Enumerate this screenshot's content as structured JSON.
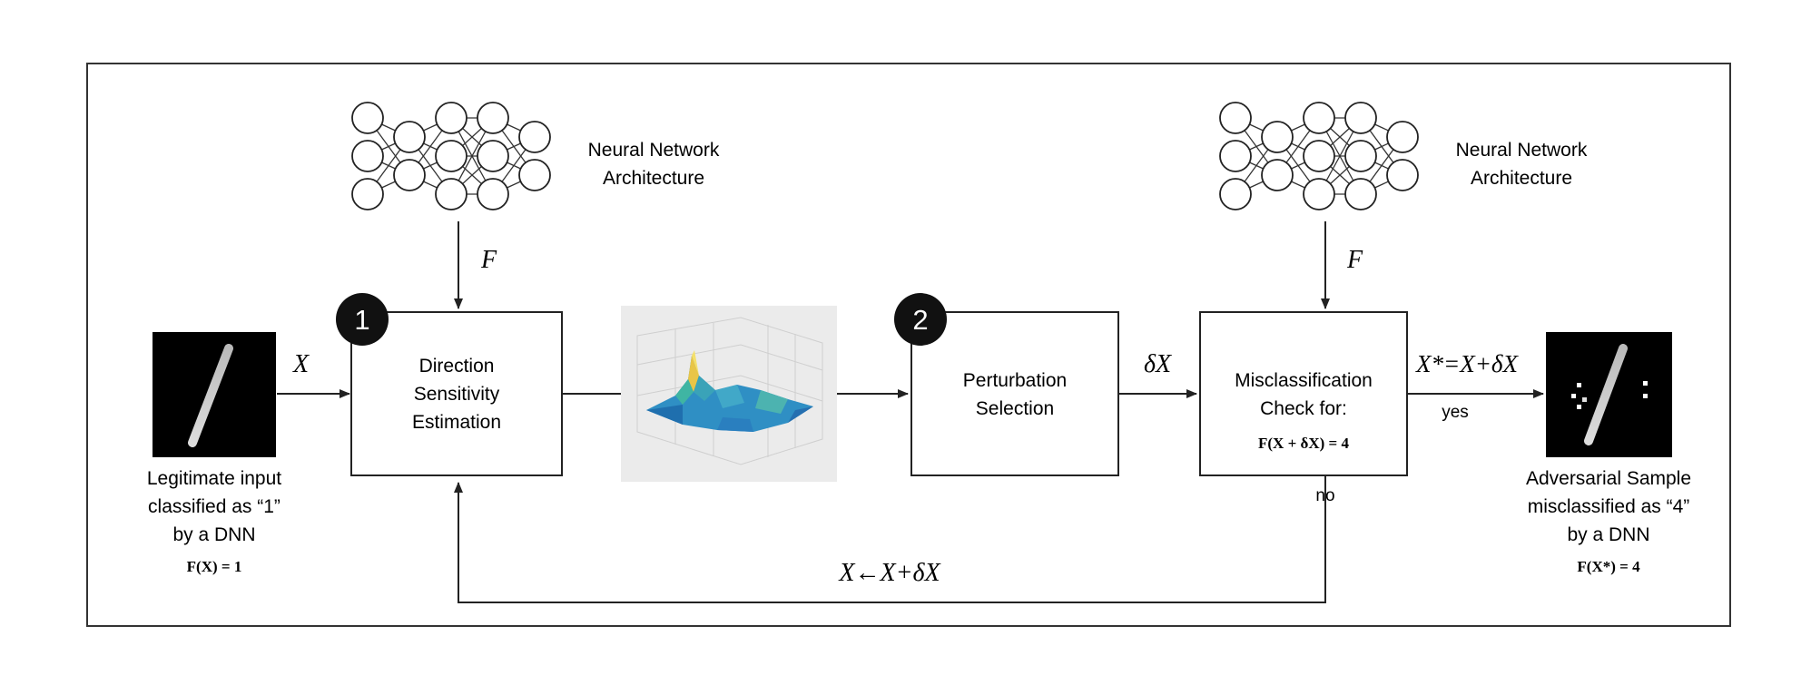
{
  "nn_left": {
    "label_line1": "Neural Network",
    "label_line2": "Architecture",
    "arrow_label": "F"
  },
  "nn_right": {
    "label_line1": "Neural Network",
    "label_line2": "Architecture",
    "arrow_label": "F"
  },
  "input": {
    "arrow_label": "X",
    "caption_line1": "Legitimate input",
    "caption_line2": "classified as “1”",
    "caption_line3": "by a DNN",
    "formula": "F(X) = 1"
  },
  "step1": {
    "number": "1",
    "line1": "Direction",
    "line2": "Sensitivity",
    "line3": "Estimation"
  },
  "step2": {
    "number": "2",
    "line1": "Perturbation",
    "line2": "Selection",
    "output_label": "δX"
  },
  "check": {
    "line1": "Misclassification",
    "line2": "Check for:",
    "formula": "F(X + δX) = 4",
    "no_label": "no"
  },
  "output": {
    "arrow_label": "X*=X+δX",
    "yes_label": "yes",
    "caption_line1": "Adversarial Sample",
    "caption_line2": "misclassified as “4”",
    "caption_line3": "by a DNN",
    "formula": "F(X*) = 4"
  },
  "feedback": {
    "label": "X←X+δX"
  }
}
